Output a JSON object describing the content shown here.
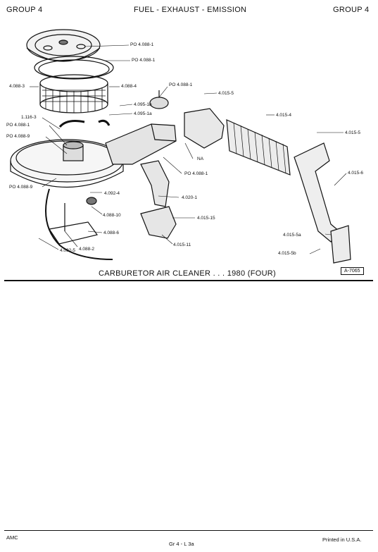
{
  "header": {
    "left": "GROUP 4",
    "center": "FUEL - EXHAUST - EMISSION",
    "right": "GROUP 4"
  },
  "labels": [
    "PO 4.088-1",
    "PO 4.088-1",
    "4.088-3",
    "4.088-4",
    "PO 4.088-1",
    "4.015-5",
    "4.095-1b",
    "4.095-1a",
    "1.116-3",
    "PO 4.088-1",
    "PO 4.088-9",
    "4.015-4",
    "4.015-5",
    "NA",
    "PO 4.088-1",
    "4.015-6",
    "PO 4.088-9",
    "4.092-4",
    "4.020-1",
    "4.088-10",
    "4.015-15",
    "4.088-6",
    "4.015-11",
    "4.015-5a",
    "4.092-5",
    "4.088-2",
    "4.015-5b"
  ],
  "caption": "CARBURETOR AIR CLEANER . . . 1980 (FOUR)",
  "figure_id": "A-7065",
  "footer": {
    "left": "AMC",
    "center": "Gr 4 - L 3a",
    "right": "Printed in U.S.A."
  }
}
